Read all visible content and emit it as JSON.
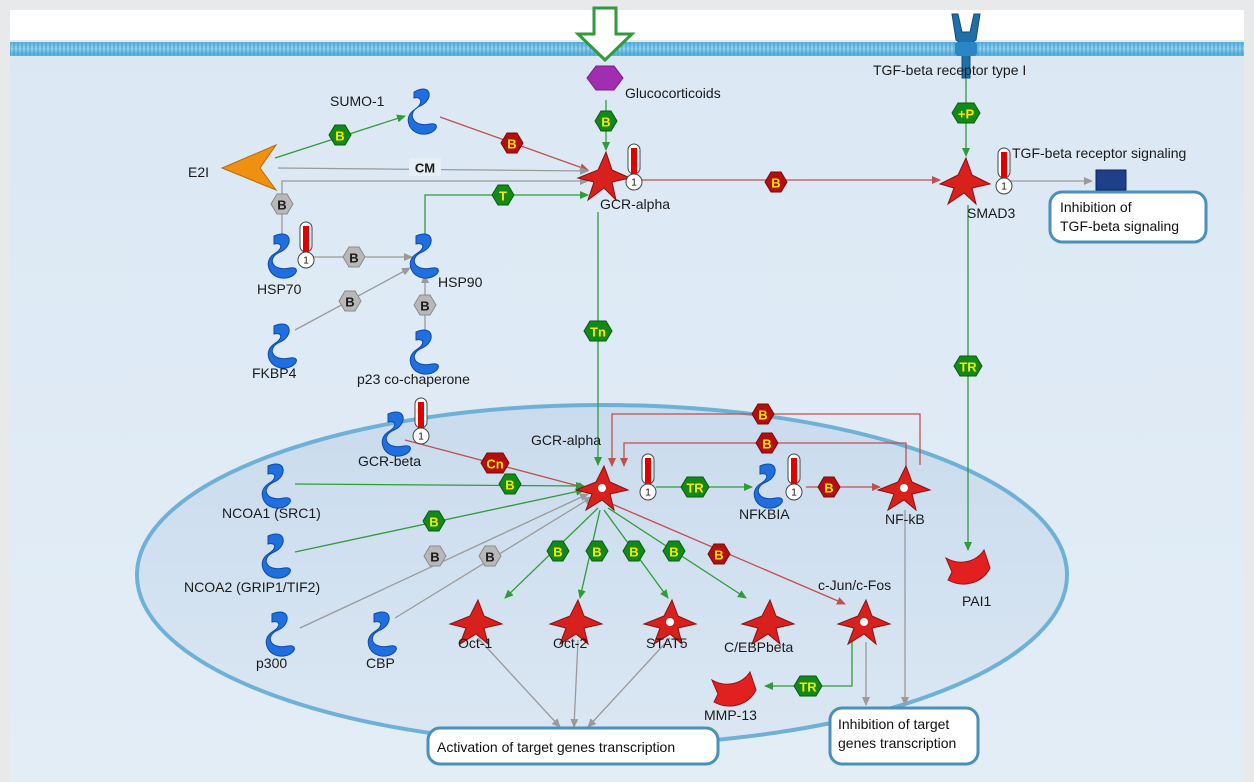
{
  "nodes": {
    "tgf_receptor": "TGF-beta receptor type I",
    "glucocorticoids": "Glucocorticoids",
    "sumo1": "SUMO-1",
    "e2i": "E2I",
    "gcr_alpha_cyto": "GCR-alpha",
    "smad3": "SMAD3",
    "tgf_signaling": "TGF-beta receptor signaling",
    "hsp70": "HSP70",
    "hsp90": "HSP90",
    "fkbp4": "FKBP4",
    "p23": "p23 co-chaperone",
    "gcr_beta": "GCR-beta",
    "gcr_alpha_nuc": "GCR-alpha",
    "ncoa1": "NCOA1 (SRC1)",
    "ncoa2": "NCOA2 (GRIP1/TIF2)",
    "p300": "p300",
    "cbp": "CBP",
    "nfkbia": "NFKBIA",
    "nfkb": "NF-kB",
    "pai1": "PAI1",
    "oct1": "Oct-1",
    "oct2": "Oct-2",
    "stat5": "STAT5",
    "cebpbeta": "C/EBPbeta",
    "cjun": "c-Jun/c-Fos",
    "mmp13": "MMP-13"
  },
  "boxes": {
    "inhibition_tgf_line1": "Inhibition of",
    "inhibition_tgf_line2": "TGF-beta signaling",
    "activation": "Activation of target genes transcription",
    "inhibition_target_line1": "Inhibition of target",
    "inhibition_target_line2": "genes transcription"
  },
  "badges": {
    "b": "B",
    "cm": "CM",
    "t": "T",
    "tn": "Tn",
    "tr": "TR",
    "cn": "Cn",
    "p": "+P"
  },
  "thermometer_value": "1",
  "colors": {
    "activation": "#0a8a12",
    "inhibition": "#b40f0f",
    "unspecified": "#9a9a9a",
    "protein_blue": "#1f6fe0",
    "tf_red": "#d8201c",
    "compound_purple": "#a02eb0",
    "ligand_orange": "#f09010",
    "box_border": "#4a90b8",
    "membrane": "#5ab4de",
    "nucleus_fill": "#d3e3f1"
  }
}
